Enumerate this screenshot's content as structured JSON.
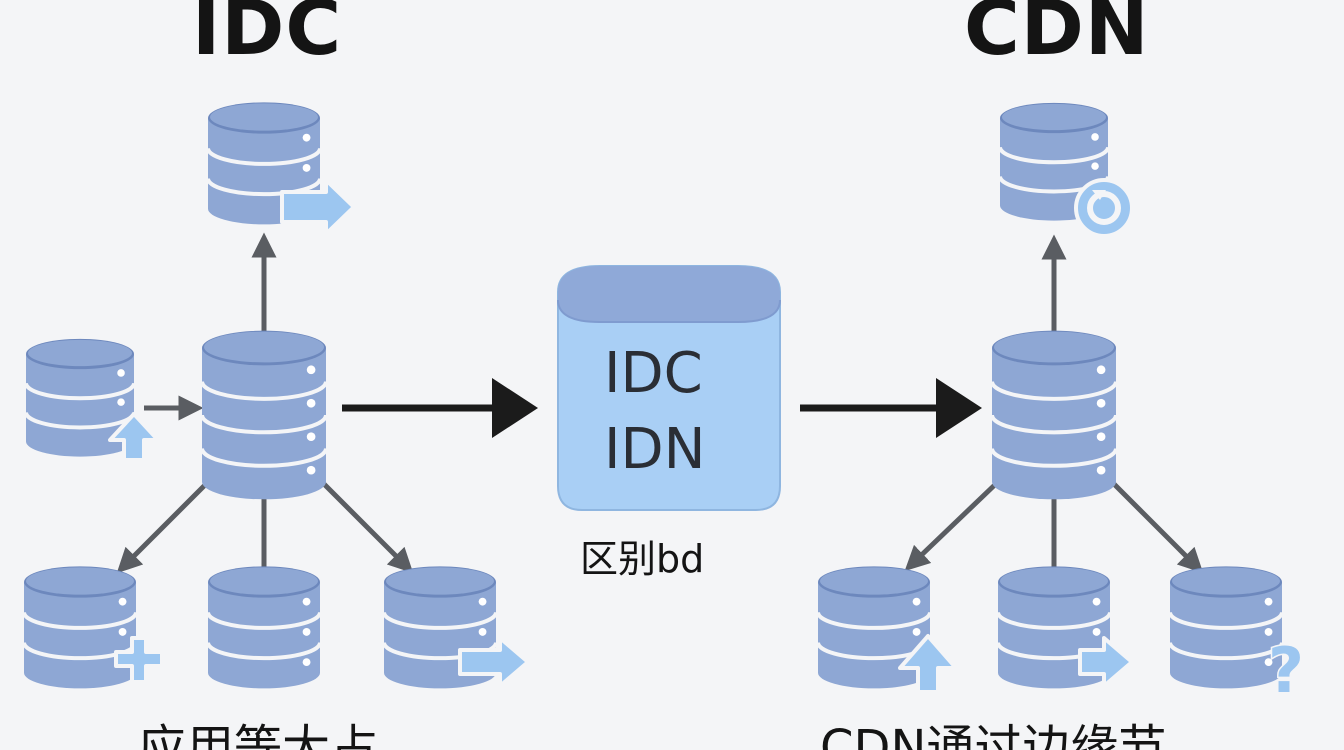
{
  "headings": {
    "left": "IDC",
    "right": "CDN"
  },
  "center_block": {
    "line1": "IDC",
    "line2": "IDN",
    "caption": "区别bd"
  },
  "bottom_captions": {
    "left": "应用等大占",
    "right": "CDN通过边缘节"
  },
  "colors": {
    "server_fill": "#8ea7d4",
    "server_dark": "#6d88bd",
    "accent_arrow": "#9cc6f0",
    "center_fill": "#a9cff5",
    "arrow_black": "#1b1b1b",
    "arrow_gray": "#5a5d62"
  },
  "icons": {
    "idc_top": "arrow-right-icon",
    "idc_left": "arrow-up-icon",
    "idc_bottom_left": "plus-icon",
    "idc_bottom_right": "arrow-right-icon",
    "cdn_top": "refresh-icon",
    "cdn_bottom_left": "arrow-up-icon",
    "cdn_bottom_mid": "arrow-right-icon",
    "cdn_bottom_right": "question-icon"
  }
}
